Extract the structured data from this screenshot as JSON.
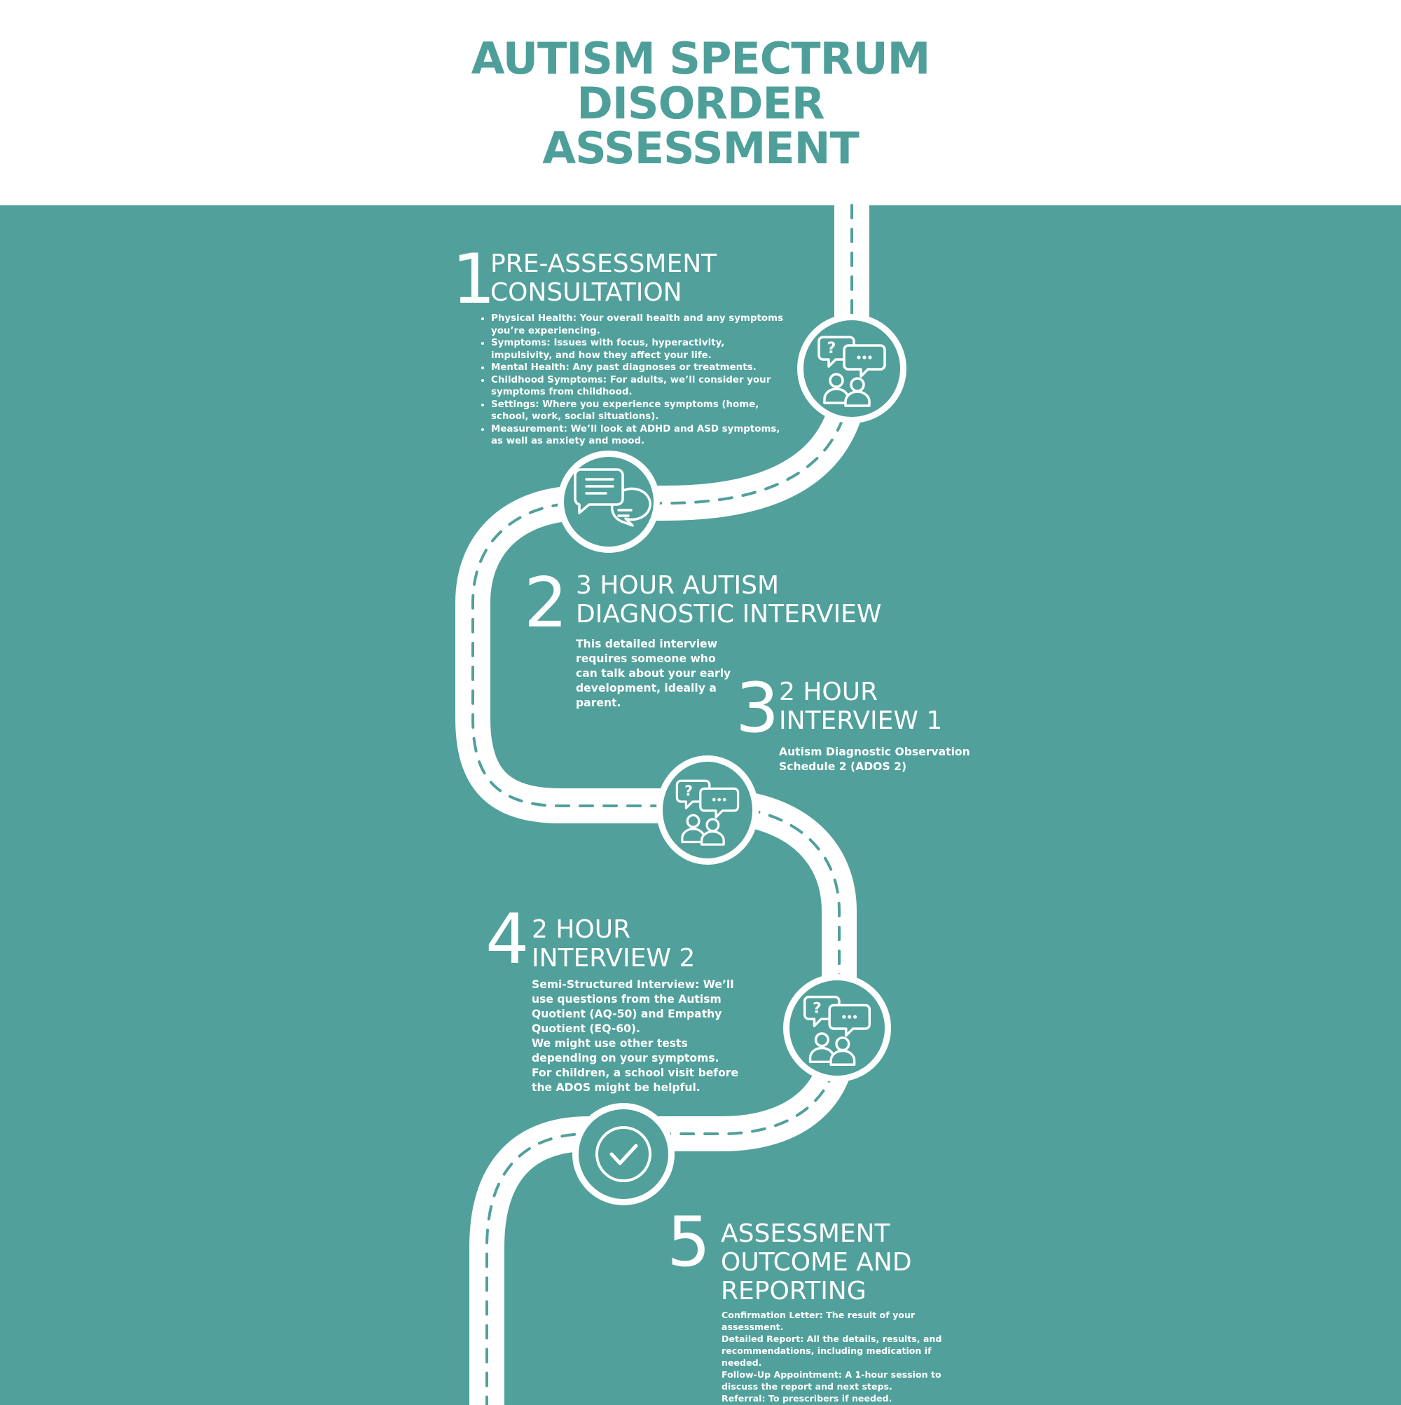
{
  "title": {
    "line1": "AUTISM SPECTRUM",
    "line2": "DISORDER",
    "line3": "ASSESSMENT"
  },
  "colors": {
    "teal": "#51a09b",
    "title_teal": "#4e9f9a",
    "white": "#ffffff"
  },
  "steps": [
    {
      "number": "1",
      "title_line1": "PRE-ASSESSMENT",
      "title_line2": "CONSULTATION",
      "bullets": [
        "Physical Health: Your overall health and any symptoms you’re experiencing.",
        "Symptoms: Issues with focus, hyperactivity, impulsivity, and how they affect your life.",
        "Mental Health: Any past diagnoses or treatments.",
        "Childhood Symptoms: For adults, we’ll consider your symptoms from childhood.",
        "Settings: Where you experience symptoms (home, school, work, social situations).",
        "Measurement: We’ll look at ADHD and ASD symptoms, as well as anxiety and mood."
      ]
    },
    {
      "number": "2",
      "title_line1": "3 HOUR AUTISM",
      "title_line2": "DIAGNOSTIC INTERVIEW",
      "text": "This detailed interview requires someone who can talk about your early development, ideally a parent."
    },
    {
      "number": "3",
      "title_line1": "2 HOUR",
      "title_line2": "INTERVIEW 1",
      "text": "Autism Diagnostic Observation Schedule 2 (ADOS 2)"
    },
    {
      "number": "4",
      "title_line1": "2 HOUR",
      "title_line2": "INTERVIEW 2",
      "text1": "Semi-Structured Interview: We’ll use questions from the Autism Quotient (AQ-50) and Empathy Quotient (EQ-60).",
      "text2": "We might use other tests depending on your symptoms. For children, a school visit before the ADOS might be helpful."
    },
    {
      "number": "5",
      "title_line1": "ASSESSMENT",
      "title_line2": "OUTCOME AND",
      "title_line3": "REPORTING",
      "lines": [
        "Confirmation Letter: The result of your assessment.",
        "Detailed Report: All the details, results, and recommendations, including medication if needed.",
        "Follow-Up Appointment: A 1-hour session to discuss the report and next steps.",
        "Referral: To prescribers if needed."
      ]
    }
  ],
  "icons": [
    "discussion-people-icon",
    "chat-bubbles-icon",
    "discussion-people-icon",
    "discussion-people-icon",
    "checkmark-icon"
  ]
}
